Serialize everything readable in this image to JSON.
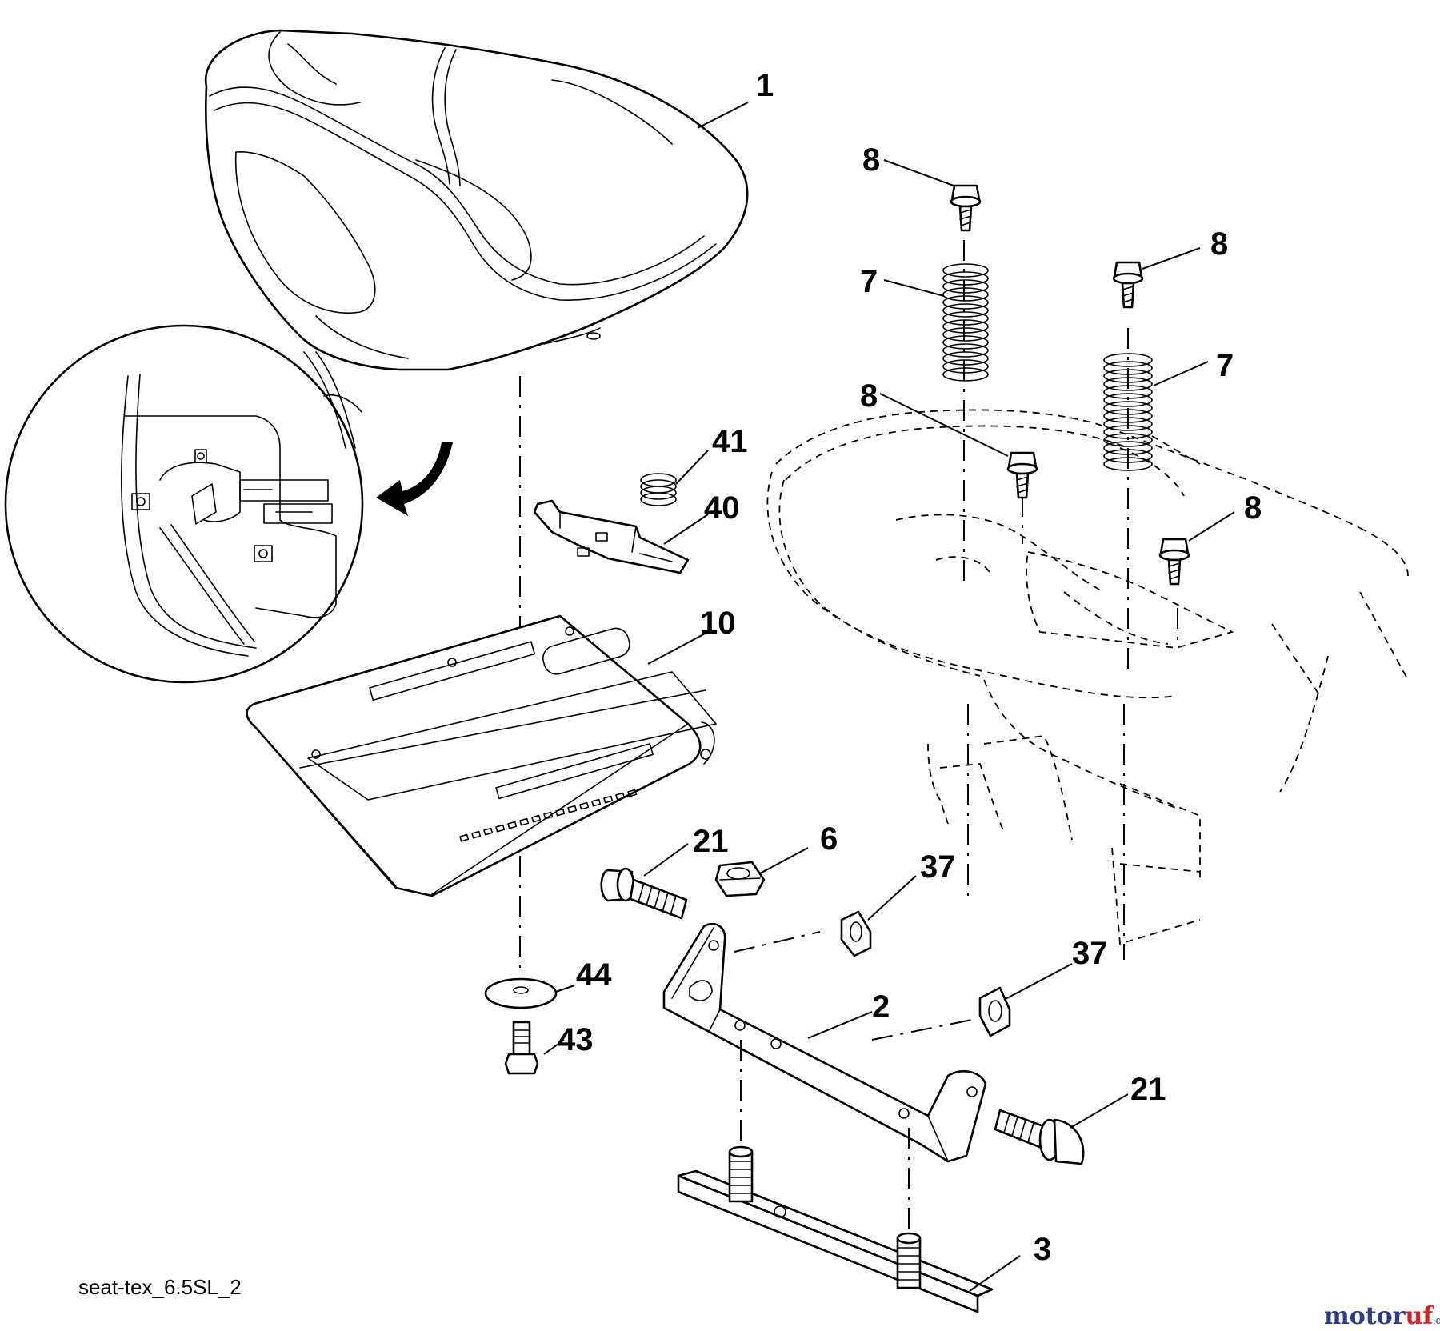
{
  "drawing_code": "seat-tex_6.5SL_2",
  "callouts": {
    "seat": "1",
    "bracket": "2",
    "plate": "3",
    "nut": "6",
    "spring_left": "7",
    "spring_right": "7",
    "bolt_top_left": "8",
    "bolt_top_right": "8",
    "bolt_mid_left": "8",
    "bolt_mid_right": "8",
    "hinge_plate": "10",
    "bolt_left": "21",
    "bolt_right": "21",
    "locknut_upper": "37",
    "locknut_lower": "37",
    "clip": "40",
    "coil_spring": "41",
    "screw": "43",
    "washer": "44"
  },
  "brand": {
    "main": "motor",
    "accent": "uf",
    "suffix": ".de"
  },
  "colors": {
    "line": "#000000",
    "brand_dark": "#2d3a86",
    "brand_red": "#d81f26"
  }
}
